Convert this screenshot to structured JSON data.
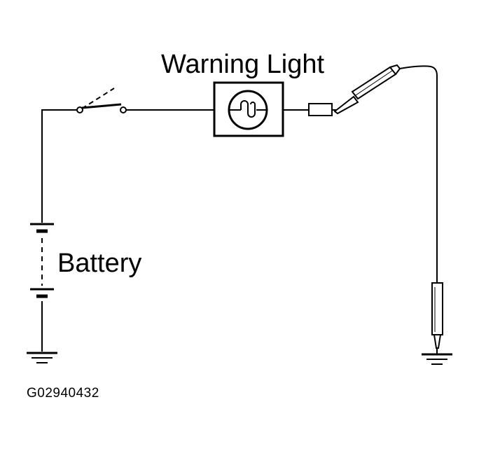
{
  "labels": {
    "warning_light": "Warning Light",
    "battery": "Battery",
    "figure_id": "G02940432"
  },
  "colors": {
    "line": "#000000",
    "background": "#ffffff"
  }
}
